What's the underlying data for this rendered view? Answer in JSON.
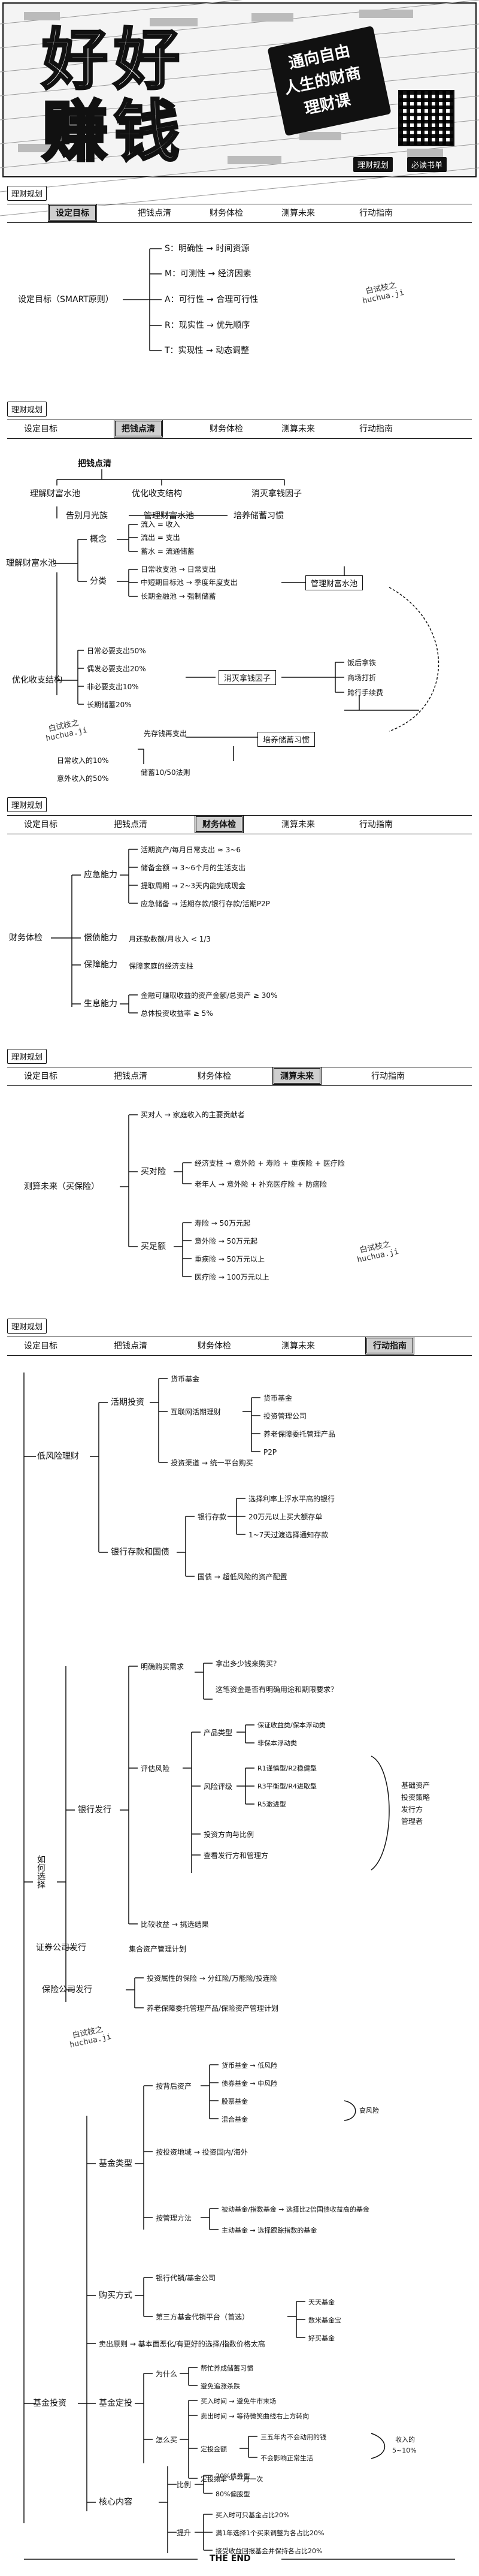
{
  "banner": {
    "title_line1": "好好",
    "title_line2": "赚钱",
    "subtitle_lines": [
      "通向自由",
      "人生的财商",
      "理财课"
    ],
    "footer_tags": [
      "理财规划",
      "必读书单"
    ]
  },
  "nav": {
    "label": "理财规划",
    "steps": [
      "设定目标",
      "把钱点清",
      "财务体检",
      "测算未来",
      "行动指南"
    ]
  },
  "smart": {
    "root": "设定目标（SMART原则）",
    "items": [
      "S：明确性 → 时间资源",
      "M：可测性 → 经济因素",
      "A：可行性 → 合理可行性",
      "R：现实性 → 优先顺序",
      "T：实现性 → 动态调整"
    ],
    "watermark": [
      "白试枝之",
      "huchua.ji"
    ]
  },
  "count": {
    "title": "把钱点清",
    "top_items": [
      "理解财富水池",
      "优化收支结构",
      "消灭拿钱因子"
    ],
    "bottom_items": [
      "告别月光族",
      "管理财富水池",
      "培养储蓄习惯"
    ],
    "pool_root": "理解财富水池",
    "concept_label": "概念",
    "concept_items": [
      "流入 = 收入",
      "流出 = 支出",
      "蓄水 = 流通储蓄"
    ],
    "class_label": "分类",
    "class_items": [
      "日常收支池 → 日常支出",
      "中短期目标池 → 季度年度支出",
      "长期金融池 → 强制储蓄"
    ],
    "manage_label": "管理财富水池",
    "opt_root": "优化收支结构",
    "opt_items": [
      "日常必要支出50%",
      "偶发必要支出20%",
      "非必要支出10%",
      "长期储蓄20%"
    ],
    "kill_label": "消灭拿钱因子",
    "kill_items": [
      "饭后拿铁",
      "商场打折",
      "跨行手续费"
    ],
    "save_label": "培养储蓄习惯",
    "save_note": "先存钱再支出",
    "save_rule": "储蓄10/50法则",
    "save_rates": [
      "日常收入的10%",
      "意外收入的50%"
    ]
  },
  "checkup": {
    "root": "财务体检",
    "groups": [
      {
        "label": "应急能力",
        "items": [
          "活期资产/每月日常支出 ≈ 3~6",
          "储备金额 → 3~6个月的生活支出",
          "提取周期 → 2~3天内能完成现金",
          "应急储备 → 活期存款/银行存款/活期P2P"
        ]
      },
      {
        "label": "偿债能力",
        "items": [
          "月还款数额/月收入 < 1/3"
        ]
      },
      {
        "label": "保障能力",
        "items": [
          "保障家庭的经济支柱"
        ]
      },
      {
        "label": "生息能力",
        "items": [
          "金融可赚取收益的资产金额/总资产 ≥ 30%",
          "总体投资收益率 ≥ 5%"
        ]
      }
    ]
  },
  "forecast": {
    "root": "测算未来（买保险）",
    "buy_for": "买对人 → 家庭收入的主要贡献者",
    "buy_kind": "买对险",
    "kinds": [
      "经济支柱 → 意外险 + 寿险 + 重疾险 + 医疗险",
      "老年人 → 意外险 + 补充医疗险 + 防癌险"
    ],
    "amount": "买足额",
    "amounts": [
      "寿险 → 50万元起",
      "意外险 → 50万元起",
      "重疾险 → 50万元以上",
      "医疗险 → 100万元以上"
    ]
  },
  "action": {
    "low_risk": "低风险理财",
    "current": "活期投资",
    "money_fund": "货币基金",
    "online": "互联网活期理财",
    "online_items": [
      "货币基金",
      "投资管理公司",
      "养老保障委托管理产品",
      "P2P"
    ],
    "channel": "投资渠道 → 统一平台购买",
    "bank_savings": "银行存款和国债",
    "deposit": "银行存款",
    "deposit_items": [
      "选择利率上浮水平高的银行",
      "20万元以上买大额存单",
      "1~7天过渡选择通知存款"
    ],
    "bond": "国债 → 超低风险的资产配置",
    "choose": "如何选择",
    "bank_issue": "银行发行",
    "q1": "明确购买需求",
    "q1_items": [
      "拿出多少钱来购买？",
      "这笔资金是否有明确用途和期限要求？"
    ],
    "eval": "评估风险",
    "prod_type": "产品类型",
    "prod_items": [
      "保证收益类/保本浮动类",
      "非保本浮动类"
    ],
    "risk_level": "风险评级",
    "risk_items": [
      "R1谨慎型/R2稳健型",
      "R3平衡型/R4进取型",
      "R5激进型"
    ],
    "asset_ratio": "投资方向与比例",
    "check_issuer": "查看发行方和管理方",
    "compare": "比较收益 → 挑选结果",
    "side_note": [
      "基础资产",
      "投资策略",
      "发行方",
      "管理者"
    ],
    "sec": "证券公司发行",
    "sec_item": "集合资产管理计划",
    "ins": "保险公司发行",
    "ins_items": [
      "投资属性的保险 → 分红险/万能险/投连险",
      "养老保障委托管理产品/保险资产管理计划"
    ],
    "fund_invest": "基金投资",
    "fund_type": "基金类型",
    "by_asset": "按背后资产",
    "asset_items": [
      "货币基金 → 低风险",
      "债券基金 → 中风险",
      "股票基金",
      "混合基金"
    ],
    "high_risk": "高风险",
    "by_region": "按投资地域 → 投资国内/海外",
    "by_mgmt": "按管理方法",
    "mgmt_items": [
      "被动基金/指数基金 → 选择比2倍国债收益高的基金",
      "主动基金 → 选择跟踪指数的基金"
    ],
    "buy_way": "购买方式",
    "way1": "银行代销/基金公司",
    "way2": "第三方基金代销平台（首选）",
    "way2_items": [
      "天天基金",
      "数米基金宝",
      "好买基金"
    ],
    "sell": "卖出原则 → 基本面恶化/有更好的选择/指数价格太高",
    "dca": "基金定投",
    "why": "为什么",
    "why_items": [
      "帮忙养成储蓄习惯",
      "避免追涨杀跌"
    ],
    "how": "怎么买",
    "how_items": [
      "买入时间 → 避免牛市末场",
      "卖出时间 → 等待微笑曲线右上方转向",
      "定投金额",
      "定投频率 → 一月一次"
    ],
    "amount_items": [
      "三五年内不会动用的钱",
      "不会影响正常生活"
    ],
    "income_note": [
      "收入的",
      "5~10%"
    ],
    "core": "核心内容",
    "ratio": "比例",
    "ratio_items": [
      "20%债券型",
      "80%偏股型"
    ],
    "upgrade": "提升",
    "upgrade_items": [
      "买入时可只基金占比20%",
      "满1年选择1个买来调整为各占比20%",
      "接受收益回报基金并保持各占比20%"
    ],
    "end": "THE END"
  }
}
